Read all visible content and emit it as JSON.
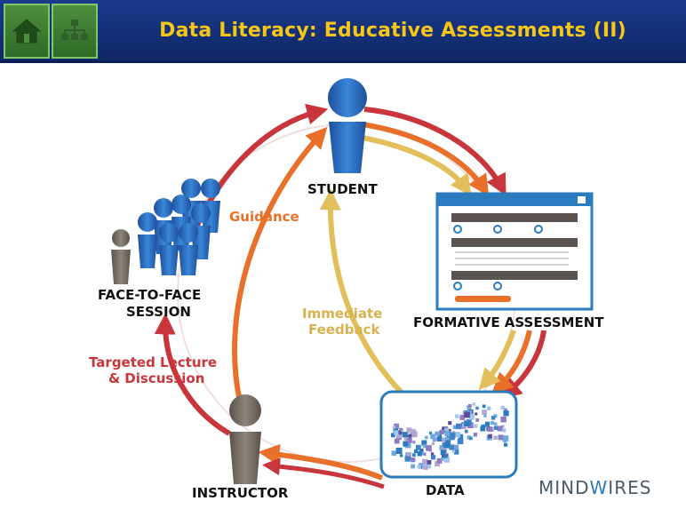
{
  "header": {
    "title": "Data Literacy: Educative Assessments (II)",
    "nav": [
      {
        "icon": "home-icon"
      },
      {
        "icon": "sitemap-icon"
      }
    ]
  },
  "diagram": {
    "nodes": {
      "student": "STUDENT",
      "face_to_face_line1": "FACE-TO-FACE",
      "face_to_face_line2": "SESSION",
      "formative_assessment": "FORMATIVE ASSESSMENT",
      "data": "DATA",
      "instructor": "INSTRUCTOR"
    },
    "edges": {
      "guidance": "Guidance",
      "immediate_feedback_line1": "Immediate",
      "immediate_feedback_line2": "Feedback",
      "targeted_line1": "Targeted Lecture",
      "targeted_line2": "& Discussion"
    },
    "colors": {
      "red_arrow": "#c8353a",
      "orange_arrow": "#e8702a",
      "gold_arrow": "#e2bf5a",
      "figure_blue": "#2a6fc4",
      "figure_grey": "#7d7367"
    }
  },
  "brand": {
    "left": "MIND",
    "w": "W",
    "right": "IRES"
  }
}
